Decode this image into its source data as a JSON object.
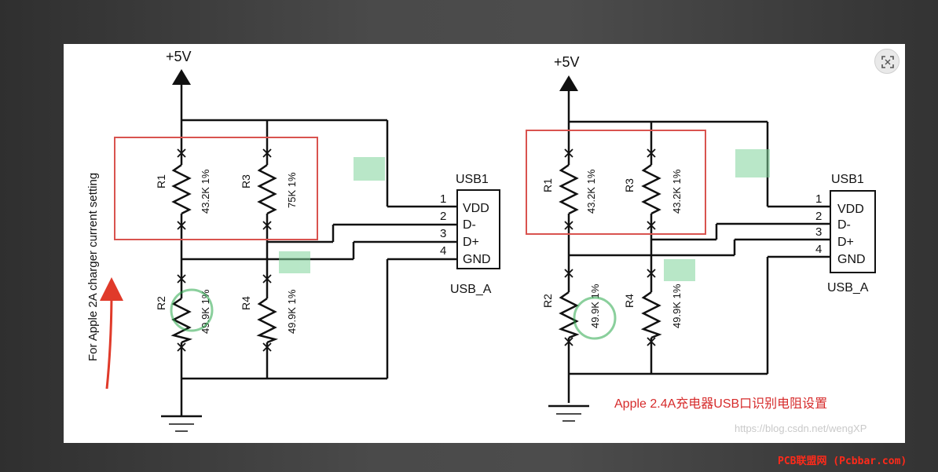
{
  "left_schematic": {
    "supply_label": "+5V",
    "side_note": "For Apple 2A charger current setting",
    "resistors": [
      {
        "ref": "R1",
        "value": "43.2K 1%"
      },
      {
        "ref": "R3",
        "value": "75K 1%"
      },
      {
        "ref": "R2",
        "value": "49.9K 1%"
      },
      {
        "ref": "R4",
        "value": "49.9K 1%"
      }
    ],
    "connector": {
      "ref": "USB1",
      "type": "USB_A",
      "pins": [
        {
          "num": "1",
          "name": "VDD"
        },
        {
          "num": "2",
          "name": "D-"
        },
        {
          "num": "3",
          "name": "D+"
        },
        {
          "num": "4",
          "name": "GND"
        }
      ]
    }
  },
  "right_schematic": {
    "supply_label": "+5V",
    "resistors": [
      {
        "ref": "R1",
        "value": "43.2K 1%"
      },
      {
        "ref": "R3",
        "value": "43.2K 1%"
      },
      {
        "ref": "R2",
        "value": "49.9K 1%"
      },
      {
        "ref": "R4",
        "value": "49.9K 1%"
      }
    ],
    "connector": {
      "ref": "USB1",
      "type": "USB_A",
      "pins": [
        {
          "num": "1",
          "name": "VDD"
        },
        {
          "num": "2",
          "name": "D-"
        },
        {
          "num": "3",
          "name": "D+"
        },
        {
          "num": "4",
          "name": "GND"
        }
      ]
    },
    "caption": "Apple 2.4A充电器USB口识别电阻设置"
  },
  "colors": {
    "wire": "#111111",
    "highlight_box": "#d9534f",
    "arrow": "#e03a2a",
    "caption": "#d62b2b",
    "watermark": "#2aa84a",
    "brand": "#ff2a1a"
  },
  "watermarks": {
    "csdn": "https://blog.csdn.net/wengXP"
  },
  "footer_brand": "PCB联盟网 (Pcbbar.com)",
  "icons": {
    "expand": "expand-icon"
  }
}
